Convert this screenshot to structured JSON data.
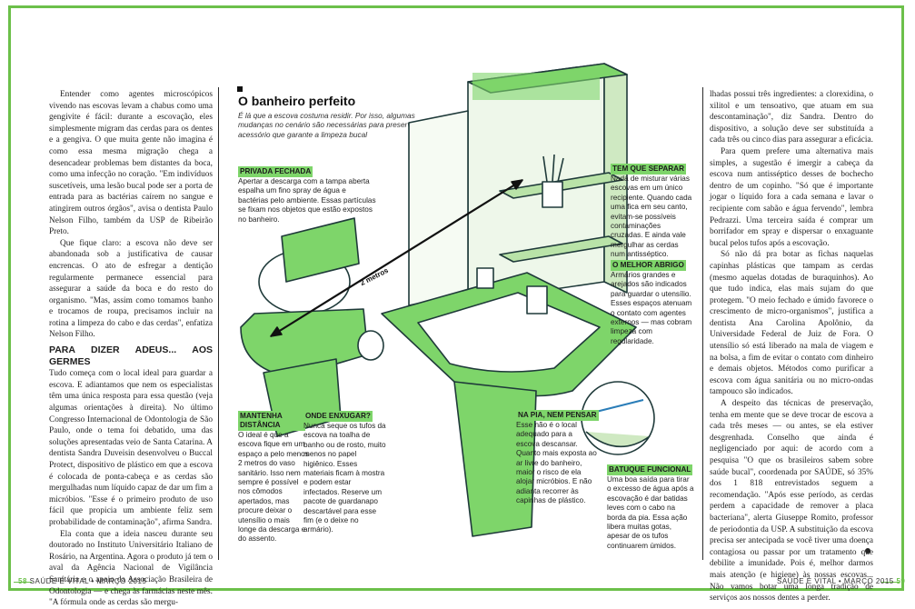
{
  "left_column": {
    "paragraphs": [
      "Entender como agentes microscópicos vivendo nas escovas levam a chabus como uma gengivite é fácil: durante a escovação, eles simplesmente migram das cerdas para os dentes e a gengiva. O que muita gente não imagina é como essa mesma migração chega a desencadear problemas bem distantes da boca, como uma infecção no coração. \"Em indivíduos suscetíveis, uma lesão bucal pode ser a porta de entrada para as bactérias caírem no sangue e atingirem outros órgãos\", avisa o dentista Paulo Nelson Filho, também da USP de Ribeirão Preto.",
      "Que fique claro: a escova não deve ser abandonada sob a justificativa de causar encrencas. O ato de esfregar a dentição regularmente permanece essencial para assegurar a saúde da boca e do resto do organismo. \"Mas, assim como tomamos banho e trocamos de roupa, precisamos incluir na rotina a limpeza do cabo e das cerdas\", enfatiza Nelson Filho."
    ],
    "heading": "PARA DIZER ADEUS... AOS GERMES",
    "paragraphs2": [
      "Tudo começa com o local ideal para guardar a escova. E adiantamos que nem os especialistas têm uma única resposta para essa questão (veja algumas orientações à direita). No último Congresso Internacional de Odontologia de São Paulo, onde o tema foi debatido, uma das soluções apresentadas veio de Santa Catarina. A dentista Sandra Duveisin desenvolveu o Buccal Protect, dispositivo de plástico em que a escova é colocada de ponta-cabeça e as cerdas são mergulhadas num líquido capaz de dar um fim a micróbios. \"Esse é o primeiro produto de uso fácil que propicia um ambiente feliz sem probabilidade de contaminação\", afirma Sandra.",
      "Ela conta que a ideia nasceu durante seu doutorado no Instituto Universitário Italiano de Rosário, na Argentina. Agora o produto já tem o aval da Agência Nacional de Vigilância Sanitária e o apoio da Associação Brasileira de Odontologia — e chega às farmácias neste mês. \"A fórmula onde as cerdas são mergu-"
    ]
  },
  "right_column": {
    "paragraphs": [
      "lhadas possui três ingredientes: a clorexidina, o xilitol e um tensoativo, que atuam em sua descontaminação\", diz Sandra. Dentro do dispositivo, a solução deve ser substituída a cada três ou cinco dias para assegurar a eficácia.",
      "Para quem prefere uma alternativa mais simples, a sugestão é imergir a cabeça da escova num antisséptico desses de bochecho dentro de um copinho. \"Só que é importante jogar o líquido fora a cada semana e lavar o recipiente com sabão e água fervendo\", lembra Pedrazzi. Uma terceira saída é comprar um borrifador em spray e dispersar o enxaguante bucal pelos tufos após a escovação.",
      "Só não dá pra botar as fichas naquelas capinhas plásticas que tampam as cerdas (mesmo aquelas dotadas de buraquinhos). Ao que tudo indica, elas mais sujam do que protegem. \"O meio fechado e úmido favorece o crescimento de micro-organismos\", justifica a dentista Ana Carolina Apolônio, da Universidade Federal de Juiz de Fora. O utensílio só está liberado na mala de viagem e na bolsa, a fim de evitar o contato com dinheiro e demais objetos. Métodos como purificar a escova com água sanitária ou no micro-ondas tampouco são indicados.",
      "A despeito das técnicas de preservação, tenha em mente que se deve trocar de escova a cada três meses — ou antes, se ela estiver desgrenhada. Conselho que ainda é negligenciado por aqui: de acordo com a pesquisa \"O que os brasileiros sabem sobre saúde bucal\", coordenada por SAÚDE, só 35% dos 1 818 entrevistados seguem a recomendação. \"Após esse período, as cerdas perdem a capacidade de remover a placa bacteriana\", alerta Giuseppe Romito, professor de periodontia da USP. A substituição da escova precisa ser antecipada se você tiver uma doença contagiosa ou passar por um tratamento que debilite a imunidade. Pois é, melhor darmos mais atenção (e higiene) às nossas escovas... Não vamos botar uma longa tradição de serviços aos nossos dentes a perder."
    ]
  },
  "infographic": {
    "title": "O banheiro perfeito",
    "subtitle": "É lá que a escova costuma residir. Por isso, algumas mudanças no cenário são necessárias para preservar o acessório que garante a limpeza bucal",
    "distance_label": "2 metros",
    "callouts": [
      {
        "tag": "PRIVADA FECHADA",
        "text": "Apertar a descarga com a tampa aberta espalha um fino spray de água e bactérias pelo ambiente. Essas partículas se fixam nos objetos que estão expostos no banheiro."
      },
      {
        "tag": "TEM QUE SEPARAR",
        "text": "Nada de misturar várias escovas em um único recipiente. Quando cada uma fica em seu canto, evitam-se possíveis contaminações cruzadas. E ainda vale mergulhar as cerdas num antisséptico."
      },
      {
        "tag": "O MELHOR ABRIGO",
        "text": "Armários grandes e arejados são indicados para guardar o utensílio. Esses espaços atenuam o contato com agentes externos — mas cobram limpeza com regularidade."
      },
      {
        "tag": "MANTENHA DISTÂNCIA",
        "text": "O ideal é que a escova fique em um espaço a pelo menos 2 metros do vaso sanitário. Isso nem sempre é possível nos cômodos apertados, mas procure deixar o utensílio o mais longe da descarga e do assento."
      },
      {
        "tag": "ONDE ENXUGAR?",
        "text": "Nunca seque os tufos da escova na toalha de banho ou de rosto, muito menos no papel higiênico. Esses materiais ficam à mostra e podem estar infectados. Reserve um pacote de guardanapo descartável para esse fim (e o deixe no armário)."
      },
      {
        "tag": "NA PIA, NEM PENSAR",
        "text": "Esse não é o local adequado para a escova descansar. Quanto mais exposta ao ar livre do banheiro, maior o risco de ela alojar micróbios. E não adianta recorrer às capinhas de plástico."
      },
      {
        "tag": "BATUQUE FUNCIONAL",
        "text": "Uma boa saída para tirar o excesso de água após a escovação é dar batidas leves com o cabo na borda da pia. Essa ação libera muitas gotas, apesar de os tufos continuarem úmidos."
      }
    ]
  },
  "footer": {
    "left_page": "58",
    "left_text": "SAÚDE É VITAL • MARÇO 2015",
    "right_text": "SAÚDE É VITAL • MARÇO 2015",
    "right_page": "59"
  },
  "colors": {
    "accent": "#7ed56a",
    "frame": "#6cc04a",
    "stroke": "#1f3a3a"
  }
}
